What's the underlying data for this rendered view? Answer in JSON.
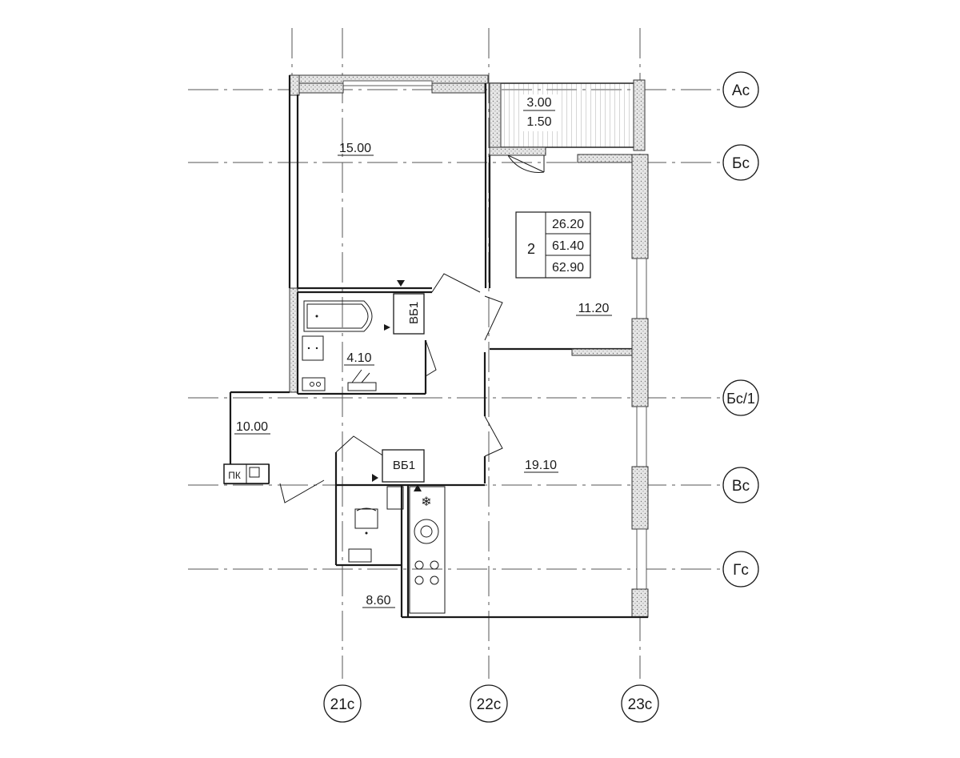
{
  "axes": {
    "rows": [
      {
        "label": "Ас"
      },
      {
        "label": "Бс"
      },
      {
        "label": "Бс/1"
      },
      {
        "label": "Вс"
      },
      {
        "label": "Гс"
      }
    ],
    "columns": [
      {
        "label": "21с"
      },
      {
        "label": "22с"
      },
      {
        "label": "23с"
      }
    ]
  },
  "apartment": {
    "rooms_count": "2",
    "living_area": "26.20",
    "total_area": "61.40",
    "total_area_with_balcony": "62.90"
  },
  "rooms": [
    {
      "id": "room-bedroom",
      "area": "15.00"
    },
    {
      "id": "room-bedroom-2",
      "area": "11.20"
    },
    {
      "id": "room-bathroom",
      "area": "4.10"
    },
    {
      "id": "room-hallway",
      "area": "10.00"
    },
    {
      "id": "room-living",
      "area": "19.10"
    },
    {
      "id": "room-kitchen",
      "area": "8.60"
    }
  ],
  "balcony": {
    "area": "3.00",
    "reduced_area": "1.50"
  },
  "markers": {
    "riser_1": "ВБ1",
    "riser_2": "ВБ1",
    "closet": "ПК"
  }
}
